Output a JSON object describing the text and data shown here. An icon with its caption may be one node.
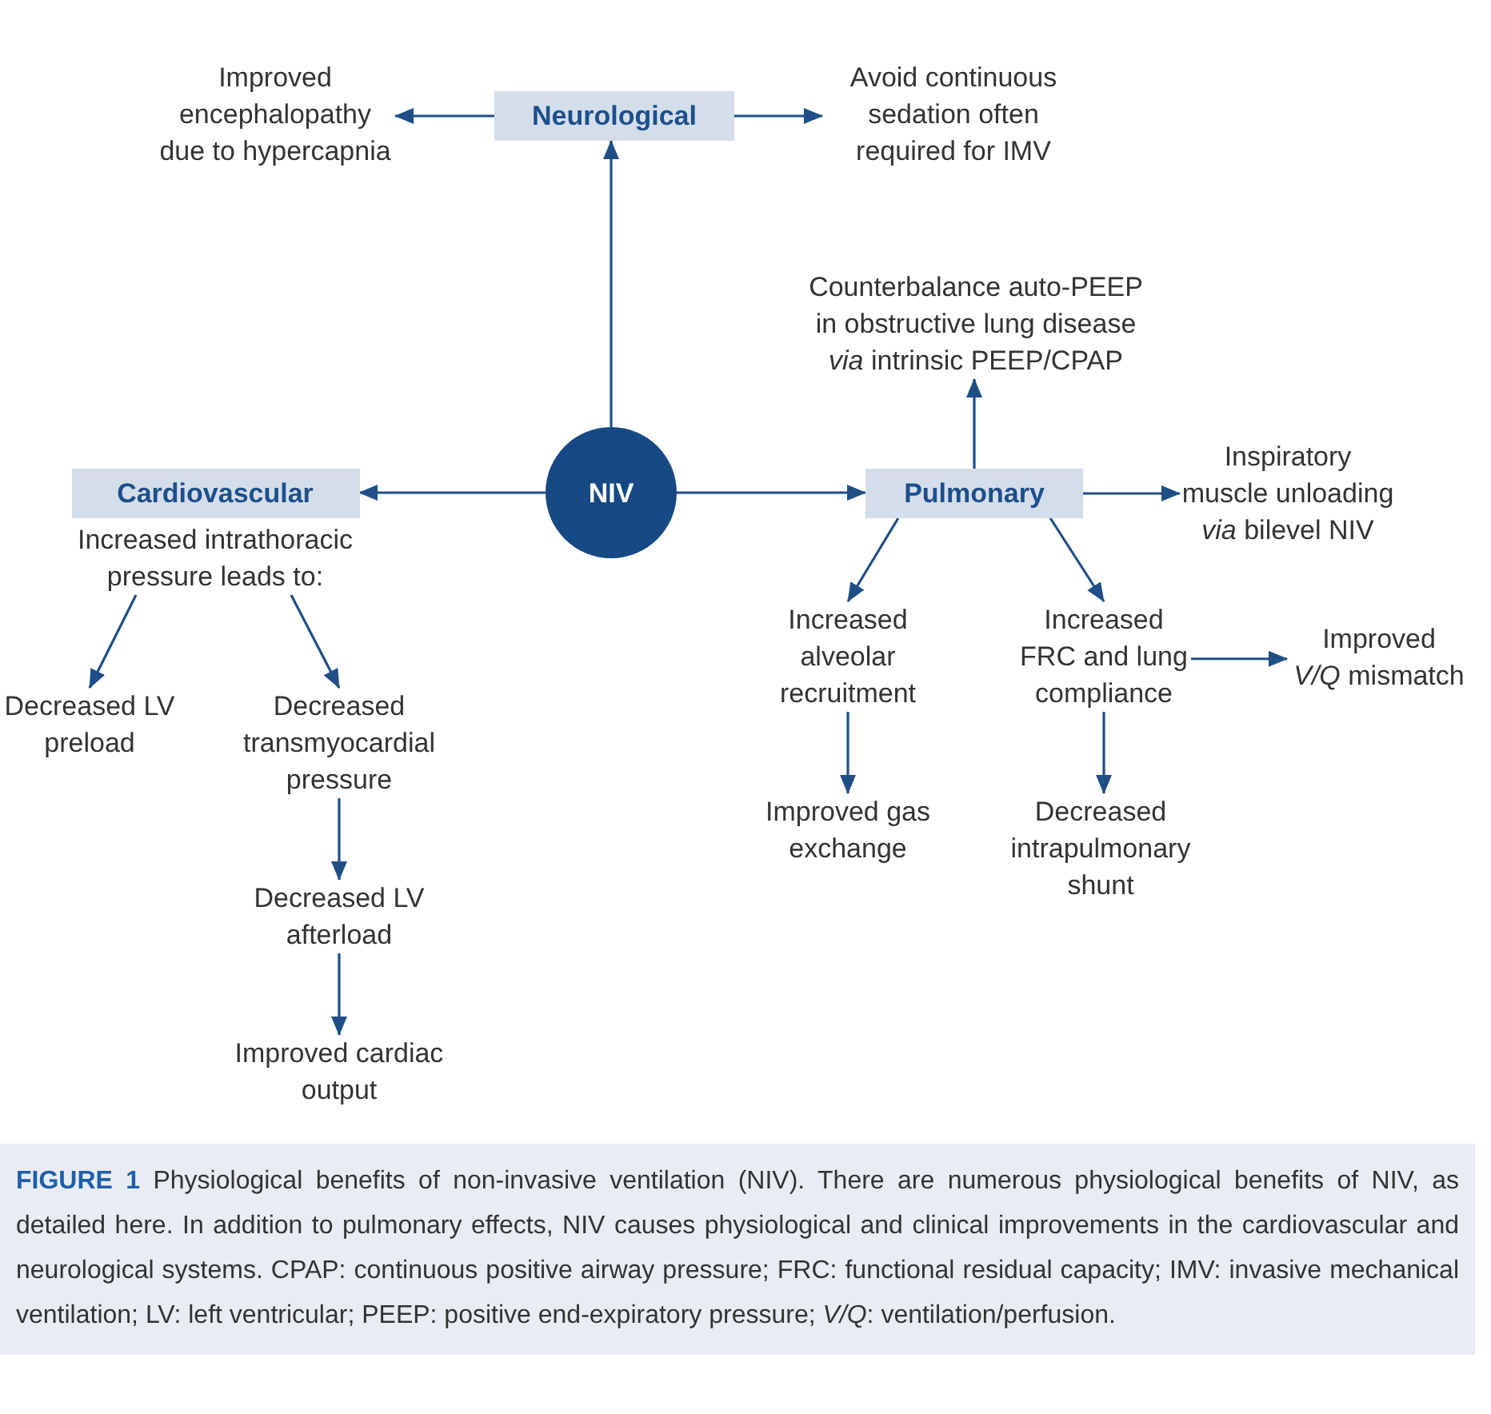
{
  "diagram": {
    "caption": "**FIGURE 1** Physiological benefits of non-invasive ventilation (NIV). There are numerous physiological benefits of NIV, as detailed here. In addition to pulmonary effects, NIV causes physiological and clinical improvements in the cardiovascular and neurological systems. CPAP: continuous positive airway pressure; FRC: functional residual capacity; IMV: invasive mechanical ventilation; LV: left ventricular; PEEP: positive end-expiratory pressure; *V/Q*: ventilation/perfusion.",
    "nodes": [
      {
        "text": [
          "NIV"
        ]
      },
      {
        "text": [
          "Neurological"
        ]
      },
      {
        "text": [
          "Improved encephalopathy due to hypercapnia"
        ]
      },
      {
        "text": [
          "Avoid continuous sedation often required for IMV"
        ]
      },
      {
        "text": [
          "Cardiovascular",
          "Increased intrathoracic pressure leads to:"
        ]
      },
      {
        "text": [
          "Decreased LV preload"
        ]
      },
      {
        "text": [
          "Decreased transmyocardial pressure"
        ]
      },
      {
        "text": [
          "Decreased LV afterload"
        ]
      },
      {
        "text": [
          "Improved cardiac output"
        ]
      },
      {
        "text": [
          "Pulmonary"
        ]
      },
      {
        "text": [
          "Counterbalance auto-PEEP in obstructive lung disease *via* intrinsic PEEP/CPAP"
        ]
      },
      {
        "text": [
          "Inspiratory muscle unloading *via* bilevel NIV"
        ]
      },
      {
        "text": [
          "Increased alveolar recruitment"
        ]
      },
      {
        "text": [
          "Increased FRC and lung compliance"
        ]
      },
      {
        "text": [
          "Improved *V/Q* mismatch"
        ]
      },
      {
        "text": [
          "Improved gas exchange"
        ]
      },
      {
        "text": [
          "Decreased intrapulmonary shunt"
        ]
      }
    ],
    "edges": [
      {
        "from": 0,
        "to": 1,
        "arrow": "to"
      },
      {
        "from": 1,
        "to": 2,
        "arrow": "to"
      },
      {
        "from": 1,
        "to": 3,
        "arrow": "to"
      },
      {
        "from": 0,
        "to": 4,
        "arrow": "to"
      },
      {
        "from": 0,
        "to": 9,
        "arrow": "to"
      },
      {
        "from": 4,
        "to": 5,
        "arrow": "to"
      },
      {
        "from": 4,
        "to": 6,
        "arrow": "to"
      },
      {
        "from": 6,
        "to": 7,
        "arrow": "to"
      },
      {
        "from": 7,
        "to": 8,
        "arrow": "to"
      },
      {
        "from": 9,
        "to": 10,
        "arrow": "to"
      },
      {
        "from": 9,
        "to": 11,
        "arrow": "to"
      },
      {
        "from": 9,
        "to": 12,
        "arrow": "to"
      },
      {
        "from": 9,
        "to": 13,
        "arrow": "to"
      },
      {
        "from": 13,
        "to": 14,
        "arrow": "to"
      },
      {
        "from": 12,
        "to": 15,
        "arrow": "to"
      },
      {
        "from": 13,
        "to": 16,
        "arrow": "to"
      }
    ]
  }
}
